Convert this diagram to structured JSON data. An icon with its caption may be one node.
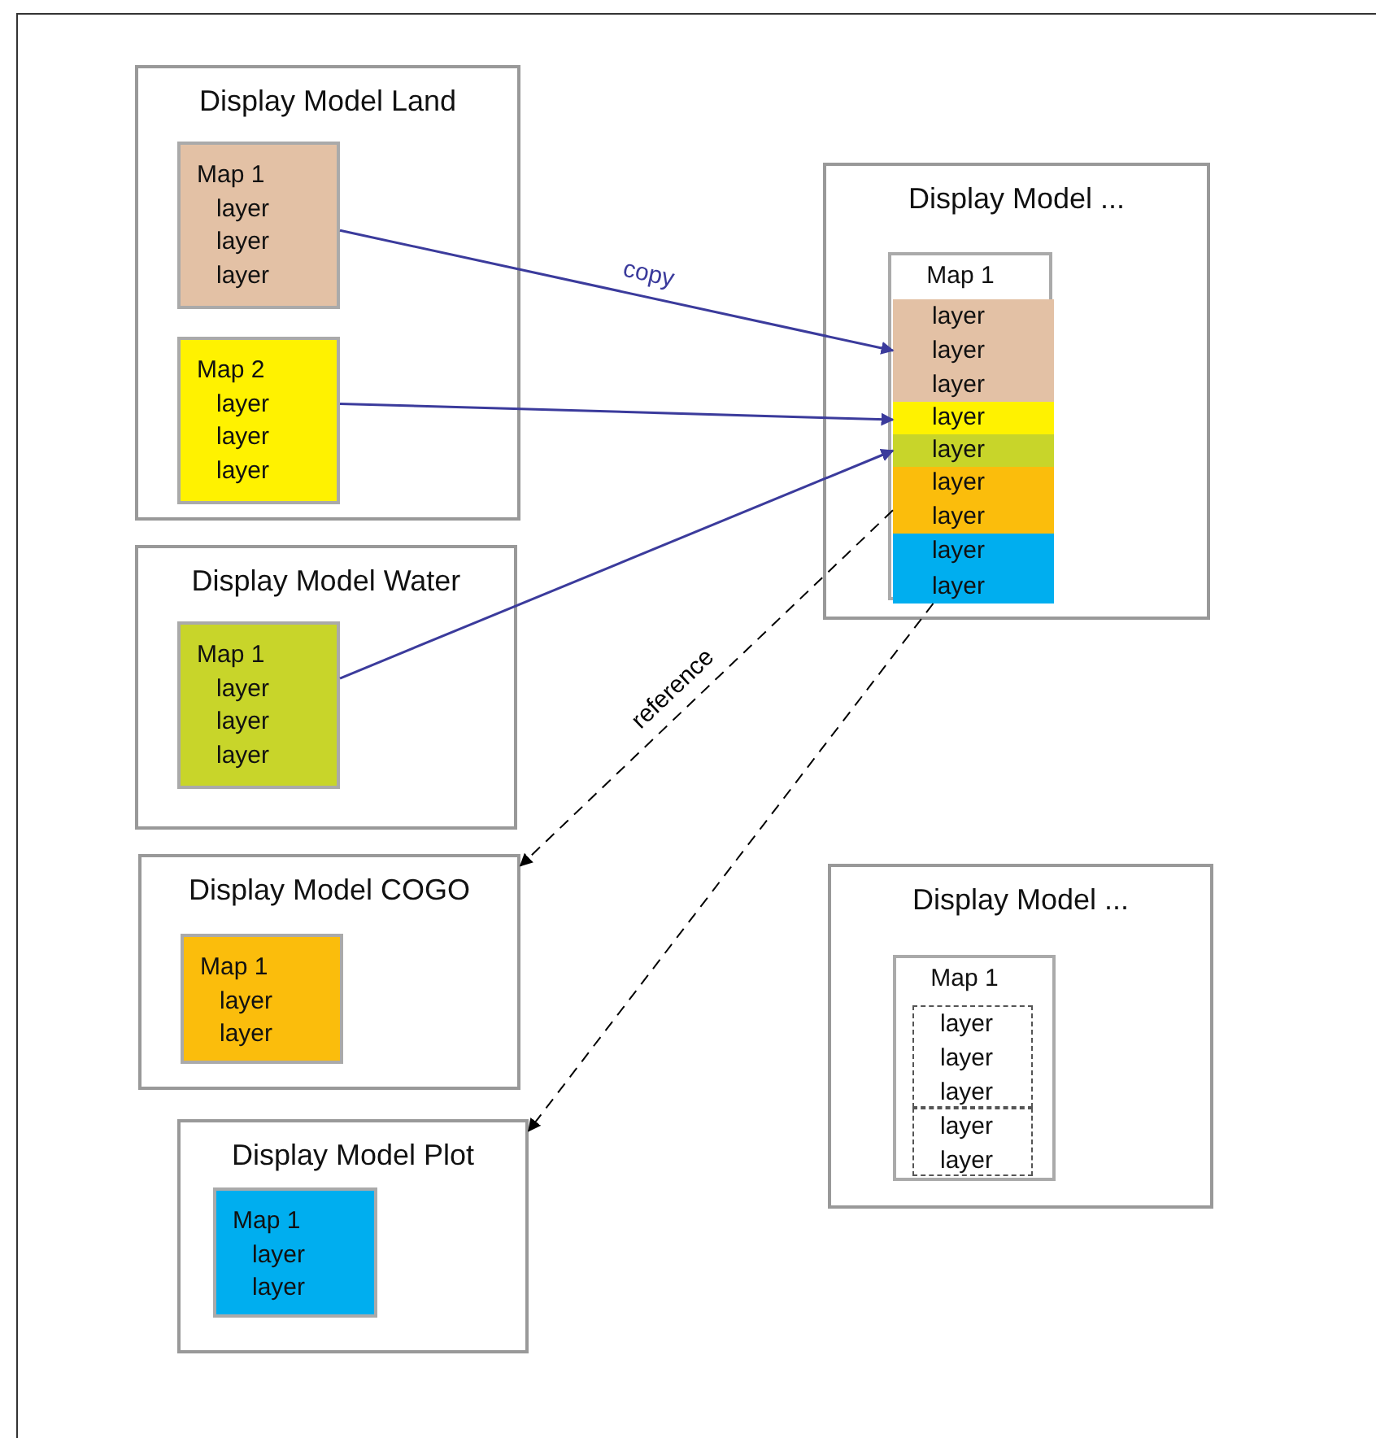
{
  "diagram": {
    "nodes": [
      {
        "text": [
          "Display Model Land"
        ]
      },
      {
        "text": [
          "Map 1",
          "layer",
          "layer",
          "layer"
        ],
        "in": 0
      },
      {
        "text": [
          "Map 2",
          "layer",
          "layer",
          "layer"
        ],
        "in": 0
      },
      {
        "text": [
          "Display Model ..."
        ]
      },
      {
        "text": [
          "Map 1"
        ],
        "in": 3
      },
      {
        "text": [
          "layer",
          "layer",
          "layer"
        ],
        "in": 4
      },
      {
        "text": [
          "layer"
        ],
        "in": 4
      },
      {
        "text": [
          "layer"
        ],
        "in": 4
      },
      {
        "text": [
          "layer",
          "layer"
        ],
        "in": 4
      },
      {
        "text": [
          "layer",
          "layer"
        ],
        "in": 4
      },
      {
        "text": [
          "Display Model Water"
        ]
      },
      {
        "text": [
          "Map 1",
          "layer",
          "layer",
          "layer"
        ],
        "in": 10
      },
      {
        "text": [
          "Display Model COGO"
        ]
      },
      {
        "text": [
          "Map 1",
          "layer",
          "layer"
        ],
        "in": 12
      },
      {
        "text": [
          "Display Model Plot"
        ]
      },
      {
        "text": [
          "Map 1",
          "layer",
          "layer"
        ],
        "in": 14
      },
      {
        "text": [
          "Display Model ..."
        ]
      },
      {
        "text": [
          "Map 1"
        ],
        "in": 16
      },
      {
        "text": [
          "layer",
          "layer",
          "layer"
        ],
        "in": 17
      },
      {
        "text": [
          "layer",
          "layer"
        ],
        "in": 17
      }
    ],
    "edges": [
      {
        "from": 1,
        "to": 5,
        "arrow": "to",
        "label": "copy"
      },
      {
        "from": 2,
        "to": 6,
        "arrow": "to"
      },
      {
        "from": 11,
        "to": 7,
        "arrow": "to"
      },
      {
        "from": 8,
        "to": 12,
        "arrow": "to",
        "label": "reference",
        "style": "dashed",
        "color": "#000000"
      },
      {
        "from": 9,
        "to": 14,
        "arrow": "to",
        "style": "dashed",
        "color": "#000000"
      }
    ]
  }
}
